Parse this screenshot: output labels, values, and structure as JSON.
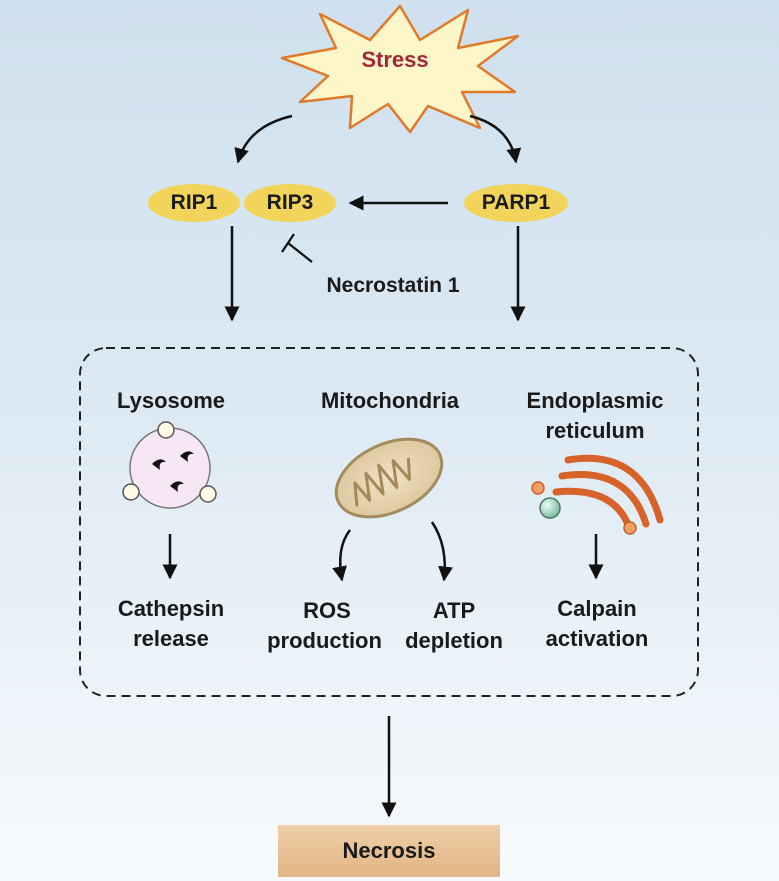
{
  "stress": {
    "label": "Stress",
    "color": "#a3283c"
  },
  "nodes": {
    "rip1": "RIP1",
    "rip3": "RIP3",
    "parp1": "PARP1",
    "node_color": "#f2d45a"
  },
  "inhibitor": "Necrostatin 1",
  "organelles": {
    "lysosome": "Lysosome",
    "mitochondria": "Mitochondria",
    "er_line1": "Endoplasmic",
    "er_line2": "reticulum"
  },
  "outcomes": {
    "cathepsin_1": "Cathepsin",
    "cathepsin_2": "release",
    "ros_1": "ROS",
    "ros_2": "production",
    "atp_1": "ATP",
    "atp_2": "depletion",
    "calpain_1": "Calpain",
    "calpain_2": "activation"
  },
  "result": "Necrosis"
}
